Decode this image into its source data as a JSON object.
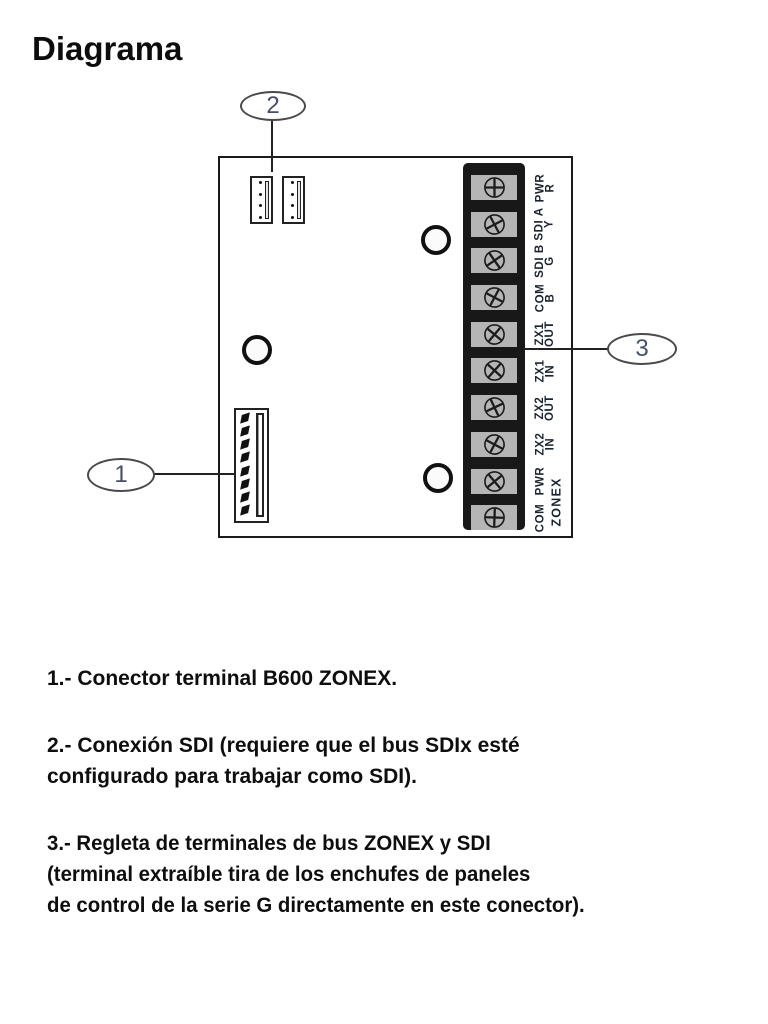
{
  "page": {
    "title": "Diagrama"
  },
  "board": {
    "terminals": [
      {
        "name": "PWR",
        "sub": "R",
        "screw_rotation": 0
      },
      {
        "name": "SDI A",
        "sub": "Y",
        "screw_rotation": 62
      },
      {
        "name": "SDI B",
        "sub": "G",
        "screw_rotation": 55
      },
      {
        "name": "COM",
        "sub": "B",
        "screw_rotation": 118
      },
      {
        "name": "ZX1",
        "sub": "OUT",
        "screw_rotation": 130
      },
      {
        "name": "ZX1",
        "sub": "IN",
        "screw_rotation": 42
      },
      {
        "name": "ZX2",
        "sub": "OUT",
        "screw_rotation": 65
      },
      {
        "name": "ZX2",
        "sub": "IN",
        "screw_rotation": 28
      },
      {
        "name": "PWR",
        "sub": "",
        "screw_rotation": 50
      },
      {
        "name": "COM",
        "sub": "",
        "screw_rotation": 2
      }
    ],
    "bus_group_label": "ZONEX"
  },
  "callouts": {
    "c1": "1",
    "c2": "2",
    "c3": "3"
  },
  "notes": {
    "n1_l1": "1.- Conector terminal B600 ZONEX.",
    "n2_l1": "2.- Conexión SDI (requiere que el bus SDIx esté",
    "n2_l2": "configurado para trabajar como SDI).",
    "n3_l1": "3.- Regleta de terminales de bus ZONEX y SDI",
    "n3_l2": "(terminal extraíble tira de los enchufes de paneles",
    "n3_l3": "de control de la serie G directamente en este conector)."
  },
  "colors": {
    "strip_black": "#181818",
    "terminal_gray": "#b5b5b5",
    "line_dark": "#222222"
  }
}
